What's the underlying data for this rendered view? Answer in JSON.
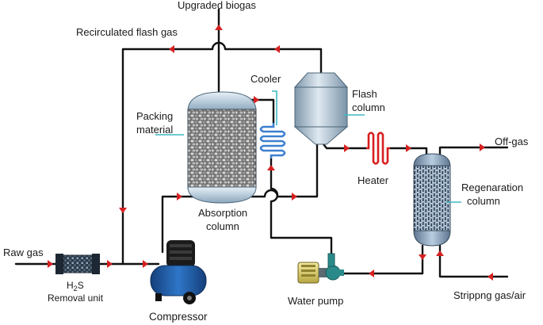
{
  "labels": {
    "upgraded_biogas": "Upgraded biogas",
    "recirculated_flash_gas": "Recirculated flash gas",
    "cooler": "Cooler",
    "flash_column_line1": "Flash",
    "flash_column_line2": "column",
    "packing_material_line1": "Packing",
    "packing_material_line2": "material",
    "absorption_column_line1": "Absorption",
    "absorption_column_line2": "column",
    "heater": "Heater",
    "off_gas": "Off-gas",
    "regeneration_column_line1": "Regenaration",
    "regeneration_column_line2": "column",
    "raw_gas": "Raw gas",
    "h2s_main": "H",
    "h2s_sub": "2",
    "h2s_tail": "S",
    "removal_unit": "Removal unit",
    "compressor": "Compressor",
    "water_pump": "Water pump",
    "stripping_gas_air": "Strippng gas/air"
  },
  "colors": {
    "pipe": "#111111",
    "arrow": "#d62020",
    "leader": "#3fb8c2",
    "vessel_steel": "#a9c2d6",
    "compressor_blue": "#1e5aa8",
    "heater_red": "#d81e1e",
    "cooler_blue": "#3c7fd0"
  }
}
